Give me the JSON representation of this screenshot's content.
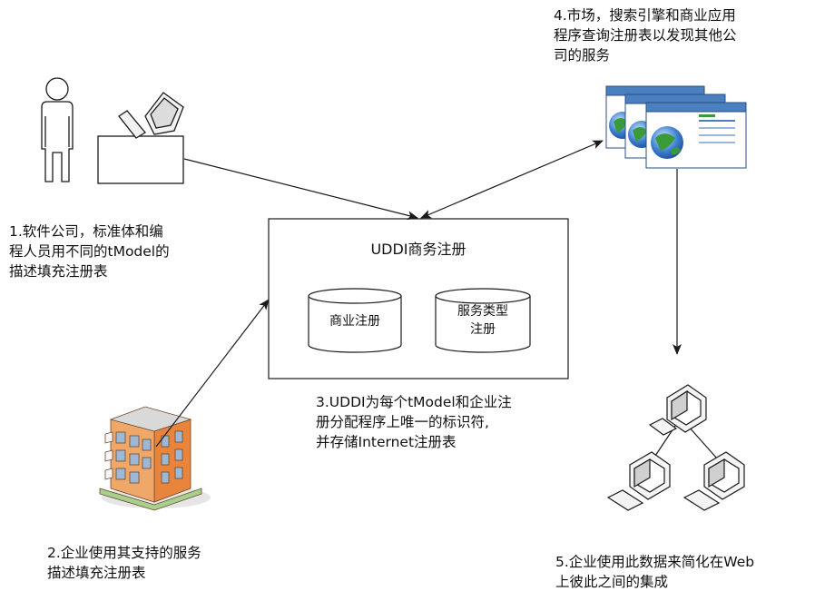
{
  "registry": {
    "title": "UDDI商务注册",
    "business_db": [
      "商业注册"
    ],
    "service_db": [
      "服务类型",
      "注册"
    ]
  },
  "steps": {
    "step1": [
      "1.软件公司，标准体和编",
      "程人员用不同的tModel的",
      "描述填充注册表"
    ],
    "step2": [
      "2.企业使用其支持的服务",
      "描述填充注册表"
    ],
    "step3": [
      "3.UDDI为每个tModel和企业注",
      "册分配程序上唯一的标识符,",
      "并存储Internet注册表"
    ],
    "step4": [
      "4.市场，搜索引擎和商业应用",
      "程序查询注册表以发现其他公",
      "司的服务"
    ],
    "step5": [
      "5.企业使用此数据来简化在Web",
      "上彼此之间的集成"
    ]
  },
  "icons": {
    "developer": "person-at-computer-icon",
    "company": "office-building-icon",
    "marketplace": "browser-windows-icon",
    "network": "networked-computers-icon"
  },
  "colors": {
    "line": "#1a1a1a",
    "building_orange": "#e8843c",
    "building_blue": "#9bb8d6",
    "browser_blue": "#4a7fc0",
    "globe_green": "#3a9a3a"
  }
}
